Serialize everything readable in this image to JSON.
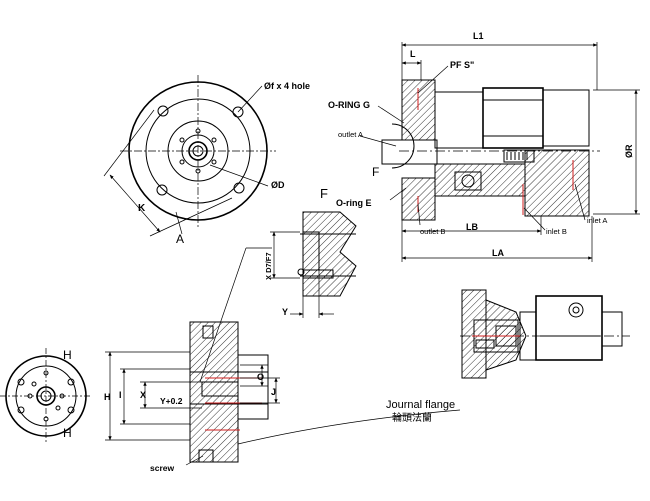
{
  "labels": {
    "L1": "L1",
    "L": "L",
    "PF": "PF S\"",
    "oring_g": "O-RING G",
    "outlet_a": "outlet A",
    "F_main": "F",
    "phiR": "ØR",
    "oring_e": "O-ring E",
    "outlet_b": "outlet B",
    "LB": "LB",
    "inlet_b": "inlet B",
    "inlet_a": "inlet A",
    "LA": "LA",
    "phi_f_hole": "Øf x 4 hole",
    "phiD": "ØD",
    "K": "K",
    "A": "A",
    "F_detail": "F",
    "X_tol": "X D7/F7",
    "Y": "Y",
    "H_top": "H",
    "H_bottom": "H",
    "H_dim": "H",
    "I_dim": "I",
    "X_dim": "X",
    "Y_plus": "Y+0.2",
    "O_dim": "O",
    "J_dim": "J",
    "screw": "screw",
    "journal_en": "Journal flange",
    "journal_zh": "輪頭法蘭"
  }
}
